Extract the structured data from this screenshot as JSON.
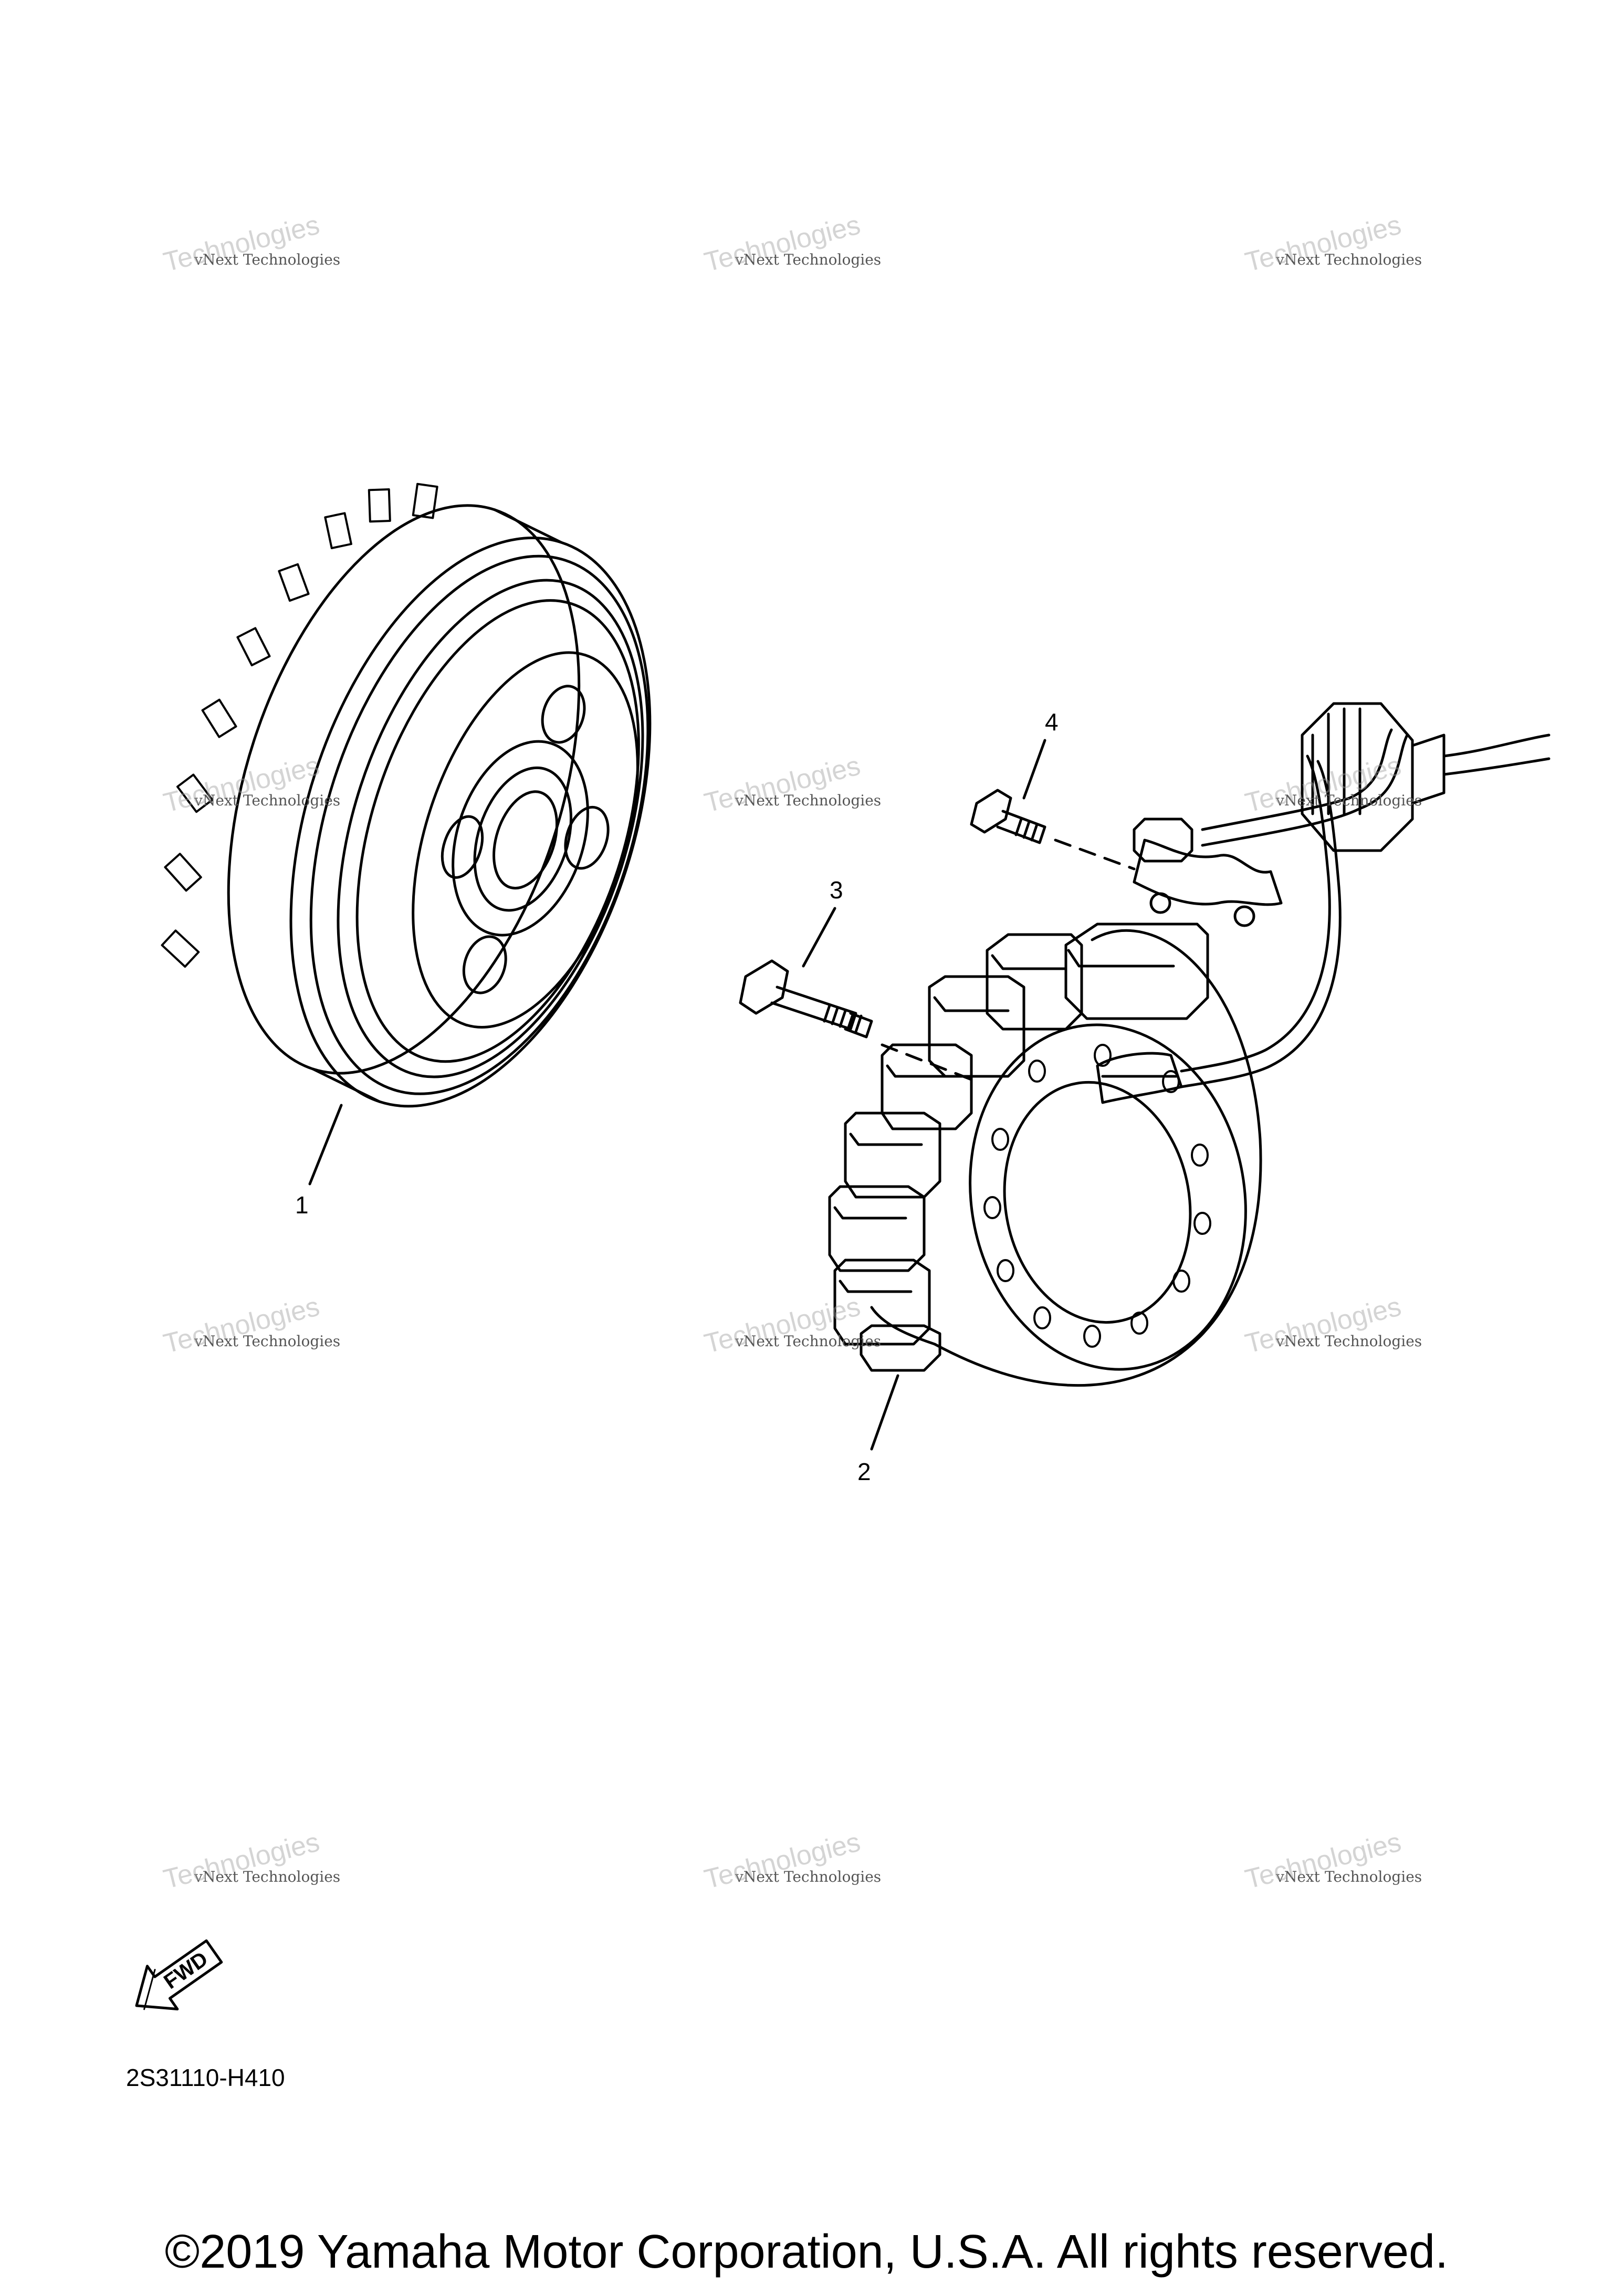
{
  "diagram": {
    "callouts": [
      {
        "id": "1",
        "label": "1"
      },
      {
        "id": "2",
        "label": "2"
      },
      {
        "id": "3",
        "label": "3"
      },
      {
        "id": "4",
        "label": "4"
      }
    ],
    "fwd_label": "FWD",
    "part_code": "2S31110-H410",
    "copyright": "©2019 Yamaha Motor Corporation, U.S.A. All rights reserved.",
    "watermark": {
      "line1": "vNext Technologies",
      "line2": "Technologies"
    }
  }
}
